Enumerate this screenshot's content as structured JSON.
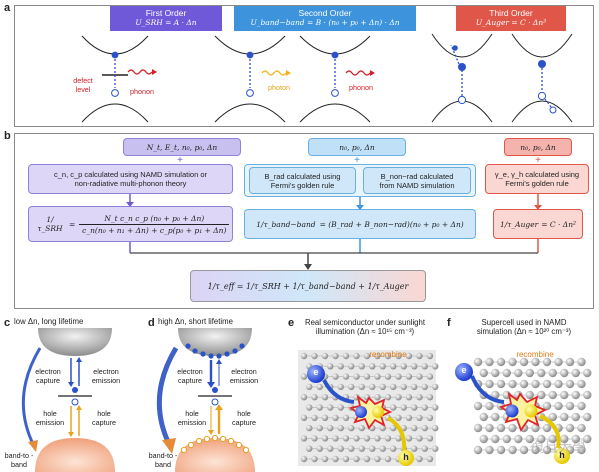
{
  "panel_letters": {
    "a": "a",
    "b": "b",
    "c": "c",
    "d": "d",
    "e": "e",
    "f": "f"
  },
  "panel_a": {
    "first": {
      "title": "First Order",
      "formula": "U_SRH = A · Δn",
      "defect_label_1": "defect",
      "defect_label_2": "level",
      "photon_phonon": "phonon"
    },
    "second": {
      "title": "Second Order",
      "formula": "U_band−band = B · (n₀ + p₀ + Δn) · Δn",
      "photon": "photon",
      "phonon": "phonon"
    },
    "third": {
      "title": "Third Order",
      "formula": "U_Auger = C · Δn³"
    },
    "colors": {
      "first": "#6f59d9",
      "second": "#3d93dc",
      "third": "#e0574a"
    }
  },
  "panel_b": {
    "srh": {
      "params": "N_t, E_t, n₀, p₀, Δn",
      "calc_1": "c_n, c_p calculated using NAMD simulation or",
      "calc_2": "non-radiative multi-phonon theory",
      "eq_lhs": "1/τ_SRH",
      "eq_rhs_num": "N_t c_n c_p (n₀ + p₀ + Δn)",
      "eq_rhs_den": "c_n(n₀ + n₁ + Δn) + c_p(p₀ + p₁ + Δn)"
    },
    "band": {
      "params": "n₀, p₀, Δn",
      "rad_1": "B_rad calculated using",
      "rad_2": "Fermi's golden rule",
      "nonrad_1": "B_non−rad calculated",
      "nonrad_2": "from NAMD simulation",
      "eq_lhs": "1/τ_band−band",
      "eq_rhs": "= (B_rad + B_non−rad)(n₀ + p₀ + Δn)"
    },
    "auger": {
      "params": "n₀, p₀, Δn",
      "calc_1": "γ_e, γ_h calculated using",
      "calc_2": "Fermi's golden rule",
      "eq_lhs": "1/τ_Auger",
      "eq_rhs": "= C · Δn²"
    },
    "total": {
      "eq": "1/τ_eff = 1/τ_SRH + 1/τ_band−band + 1/τ_Auger"
    }
  },
  "panel_c": {
    "title": "low Δn, long lifetime",
    "electron_capture": "electron capture",
    "electron_emission": "electron emission",
    "hole_emission": "hole emission",
    "hole_capture": "hole capture",
    "band_to_band": "band-to -band"
  },
  "panel_d": {
    "title": "high Δn, short lifetime",
    "electron_capture": "electron capture",
    "electron_emission": "electron emission",
    "hole_emission": "hole emission",
    "hole_capture": "hole capture",
    "band_to_band": "band-to -band"
  },
  "panel_e": {
    "title_1": "Real semiconductor under sunlight",
    "title_2": "illumination (Δn ≈ 10¹⁵ cm⁻³)",
    "recombine": "recombine",
    "e": "e",
    "h": "h"
  },
  "panel_f": {
    "title_1": "Supercell used in NAMD",
    "title_2": "simulation (Δn ≈ 10²⁰ cm⁻³)",
    "recombine": "recombine",
    "e": "e",
    "h": "h",
    "watermark": "復旦大學"
  }
}
